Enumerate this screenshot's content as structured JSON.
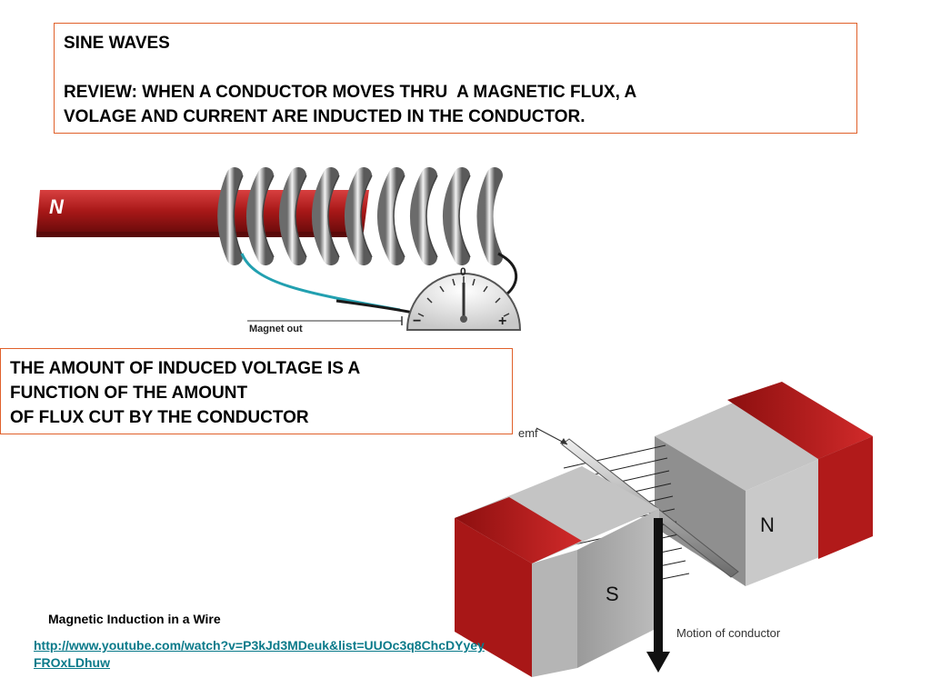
{
  "header": {
    "title": "SINE WAVES",
    "review_line1": "REVIEW: WHEN A CONDUCTOR MOVES THRU  A MAGNETIC FLUX, A",
    "review_line2": "VOLAGE AND CURRENT ARE INDUCTED IN THE CONDUCTOR."
  },
  "statement": {
    "line1": "THE AMOUNT OF INDUCED VOLTAGE IS A",
    "line2": "FUNCTION OF THE AMOUNT",
    "line3": "OF FLUX CUT BY THE CONDUCTOR"
  },
  "coil_figure": {
    "pole_label": "N",
    "meter_zero": "0",
    "meter_minus": "−",
    "meter_plus": "+",
    "caption": "Magnet out"
  },
  "generator_figure": {
    "emf_label": "emf",
    "south_label": "S",
    "north_label": "N",
    "motion_label": "Motion of conductor"
  },
  "video": {
    "caption": "Magnetic Induction in a Wire",
    "link": "http://www.youtube.com/watch?v=P3kJd3MDeuk&list=UUOc3q8ChcDYyeyFROxLDhuw"
  },
  "colors": {
    "box_border": "#e0602a",
    "magnet_red": "#b11a1a",
    "link": "#0a7a8a"
  }
}
